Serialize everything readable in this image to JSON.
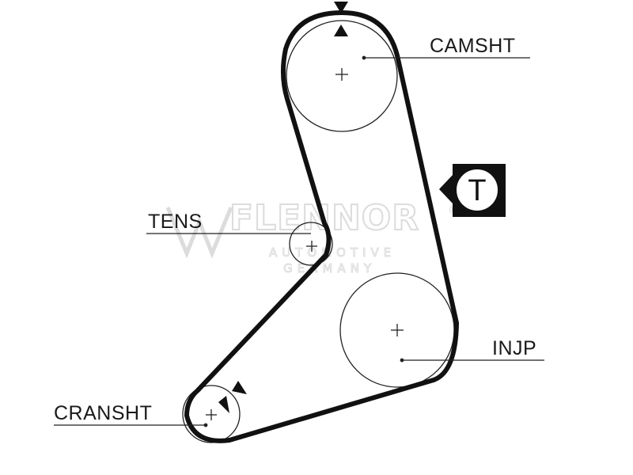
{
  "labels": {
    "camshaft": "CAMSHT",
    "tensioner": "TENS",
    "injection_pump": "INJP",
    "crankshaft": "CRANSHT"
  },
  "badge": {
    "letter": "T"
  },
  "watermark": {
    "brand": "FLENNOR",
    "reg_mark": "®",
    "line1": "AUTOMOTIVE",
    "line2": "GERMANY"
  },
  "colors": {
    "ink": "#111111",
    "watermark": "#dcdcdc"
  }
}
